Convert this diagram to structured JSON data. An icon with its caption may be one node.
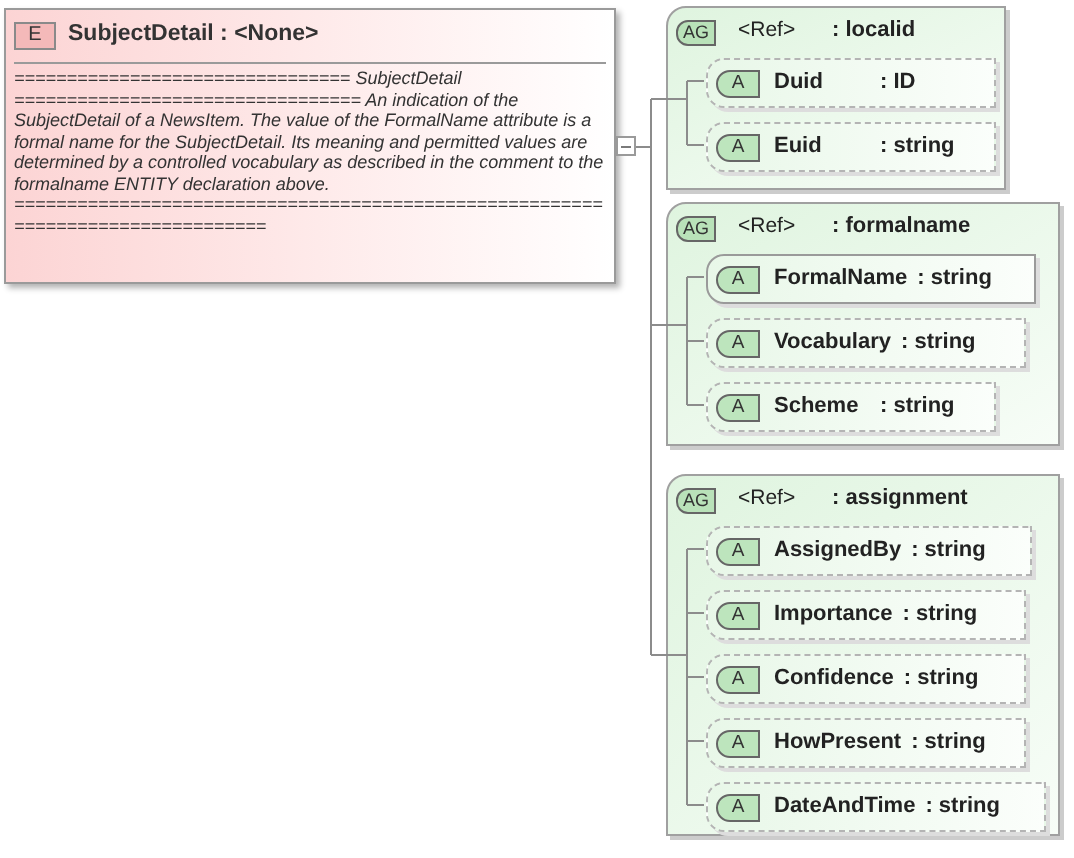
{
  "diagram": {
    "nodes": [
      {
        "text": [
          "E",
          "SubjectDetail : <None>",
          "================================ SubjectDetail ================================= An indication of the SubjectDetail of a NewsItem. The value of the FormalName attribute is a formal name for the SubjectDetail. Its meaning and permitted values are determined by a controlled vocabulary as described in the comment to the formalname ENTITY declaration above. ================================================================================"
        ]
      },
      {
        "text": [
          "AG",
          "<Ref>",
          ": localid"
        ]
      },
      {
        "text": [
          "A",
          "Duid",
          ": ID"
        ],
        "in": 1
      },
      {
        "text": [
          "A",
          "Euid",
          ": string"
        ],
        "in": 1
      },
      {
        "text": [
          "AG",
          "<Ref>",
          ": formalname"
        ]
      },
      {
        "text": [
          "A",
          "FormalName",
          ": string"
        ],
        "in": 4
      },
      {
        "text": [
          "A",
          "Vocabulary",
          ": string"
        ],
        "in": 4
      },
      {
        "text": [
          "A",
          "Scheme",
          ": string"
        ],
        "in": 4
      },
      {
        "text": [
          "AG",
          "<Ref>",
          ": assignment"
        ]
      },
      {
        "text": [
          "A",
          "AssignedBy",
          ": string"
        ],
        "in": 8
      },
      {
        "text": [
          "A",
          "Importance",
          ": string"
        ],
        "in": 8
      },
      {
        "text": [
          "A",
          "Confidence",
          ": string"
        ],
        "in": 8
      },
      {
        "text": [
          "A",
          "HowPresent",
          ": string"
        ],
        "in": 8
      },
      {
        "text": [
          "A",
          "DateAndTime",
          ": string"
        ],
        "in": 8
      }
    ],
    "edges": [
      {
        "from": 0,
        "to": 1,
        "arrow": "none"
      },
      {
        "from": 0,
        "to": 4,
        "arrow": "none"
      },
      {
        "from": 0,
        "to": 8,
        "arrow": "none"
      },
      {
        "from": 1,
        "to": 2,
        "arrow": "none"
      },
      {
        "from": 1,
        "to": 3,
        "arrow": "none"
      },
      {
        "from": 4,
        "to": 5,
        "arrow": "none"
      },
      {
        "from": 4,
        "to": 6,
        "arrow": "none"
      },
      {
        "from": 4,
        "to": 7,
        "arrow": "none"
      },
      {
        "from": 8,
        "to": 9,
        "arrow": "none"
      },
      {
        "from": 8,
        "to": 10,
        "arrow": "none"
      },
      {
        "from": 8,
        "to": 11,
        "arrow": "none"
      },
      {
        "from": 8,
        "to": 12,
        "arrow": "none"
      },
      {
        "from": 8,
        "to": 13,
        "arrow": "none"
      }
    ]
  }
}
